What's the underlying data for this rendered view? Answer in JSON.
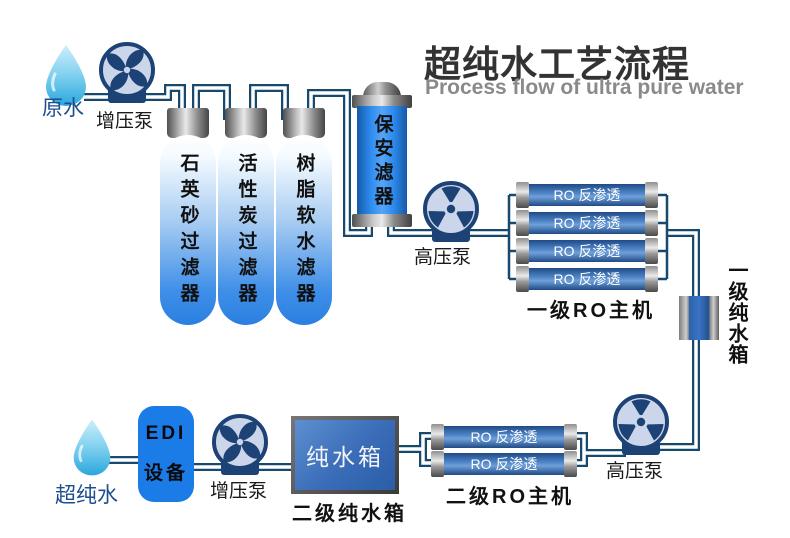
{
  "title": {
    "zh": "超纯水工艺流程",
    "en": "Process flow of ultra pure water"
  },
  "nodes": {
    "raw_water": {
      "label": "原水"
    },
    "booster_pump_1": {
      "label": "增压泵"
    },
    "filters": [
      {
        "label": "石英砂过滤器"
      },
      {
        "label": "活性炭过滤器"
      },
      {
        "label": "树脂软水滤器"
      }
    ],
    "security_filter": {
      "label": "保安滤器"
    },
    "hp_pump_1": {
      "label": "高压泵"
    },
    "ro_stage1": {
      "tube_label": "RO 反渗透",
      "tube_count": 4,
      "label": "一级RO主机"
    },
    "tank1": {
      "label": "一级纯水箱"
    },
    "hp_pump_2": {
      "label": "高压泵"
    },
    "ro_stage2": {
      "tube_label": "RO 反渗透",
      "tube_count": 2,
      "label": "二级RO主机"
    },
    "tank2": {
      "box_label": "纯水箱",
      "label": "二级纯水箱"
    },
    "booster_pump_2": {
      "label": "增压泵"
    },
    "edi": {
      "line1": "EDI",
      "line2": "设备"
    },
    "ultra_pure_water": {
      "label": "超纯水"
    }
  },
  "colors": {
    "pipe": "#17486e",
    "pump_ring": "#1d4276",
    "pump_fill": "#ccd6ea",
    "bright_blue": "#1b7ce8",
    "tank_blue": "#2b62ad",
    "tube_blue": "#2f5f9e",
    "drop_blue": "#2aa7dd",
    "label_blue": "#1d4e8f",
    "title_gray": "#333333",
    "subtitle_gray": "#8a8a8a"
  }
}
